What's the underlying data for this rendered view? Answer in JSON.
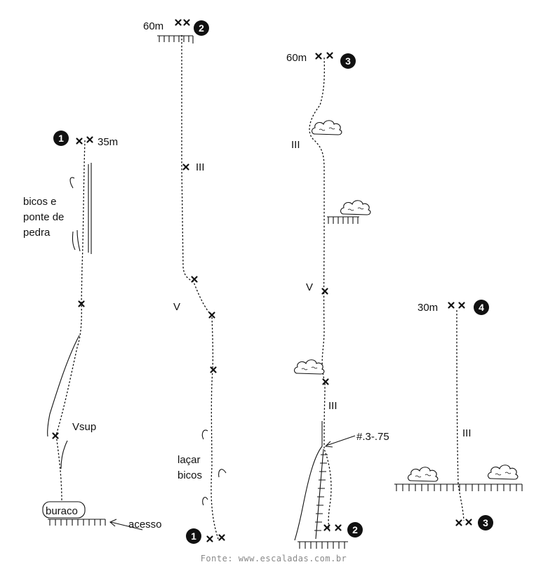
{
  "source": "Fonte: www.escaladas.com.br",
  "pitches": [
    {
      "number": "1",
      "anchor_length": "35m",
      "annotation": [
        "bicos e",
        "ponte de",
        "pedra"
      ],
      "grade": "Vsup"
    },
    {
      "number": "2",
      "anchor_length": "60m",
      "grades": [
        "III",
        "V"
      ],
      "annotation": [
        "laçar",
        "bicos"
      ]
    },
    {
      "number": "3",
      "anchor_length": "60m",
      "grades": [
        "III",
        "V",
        "III"
      ],
      "gear": "#.3-.75"
    },
    {
      "number": "4",
      "anchor_length": "30m",
      "grade": "III"
    }
  ],
  "start": {
    "label": "buraco",
    "access": "acesso"
  },
  "icons": [
    "bolt-icon",
    "belay-station-icon",
    "vegetation-bush-icon",
    "ledge-icon",
    "arrow-icon"
  ]
}
